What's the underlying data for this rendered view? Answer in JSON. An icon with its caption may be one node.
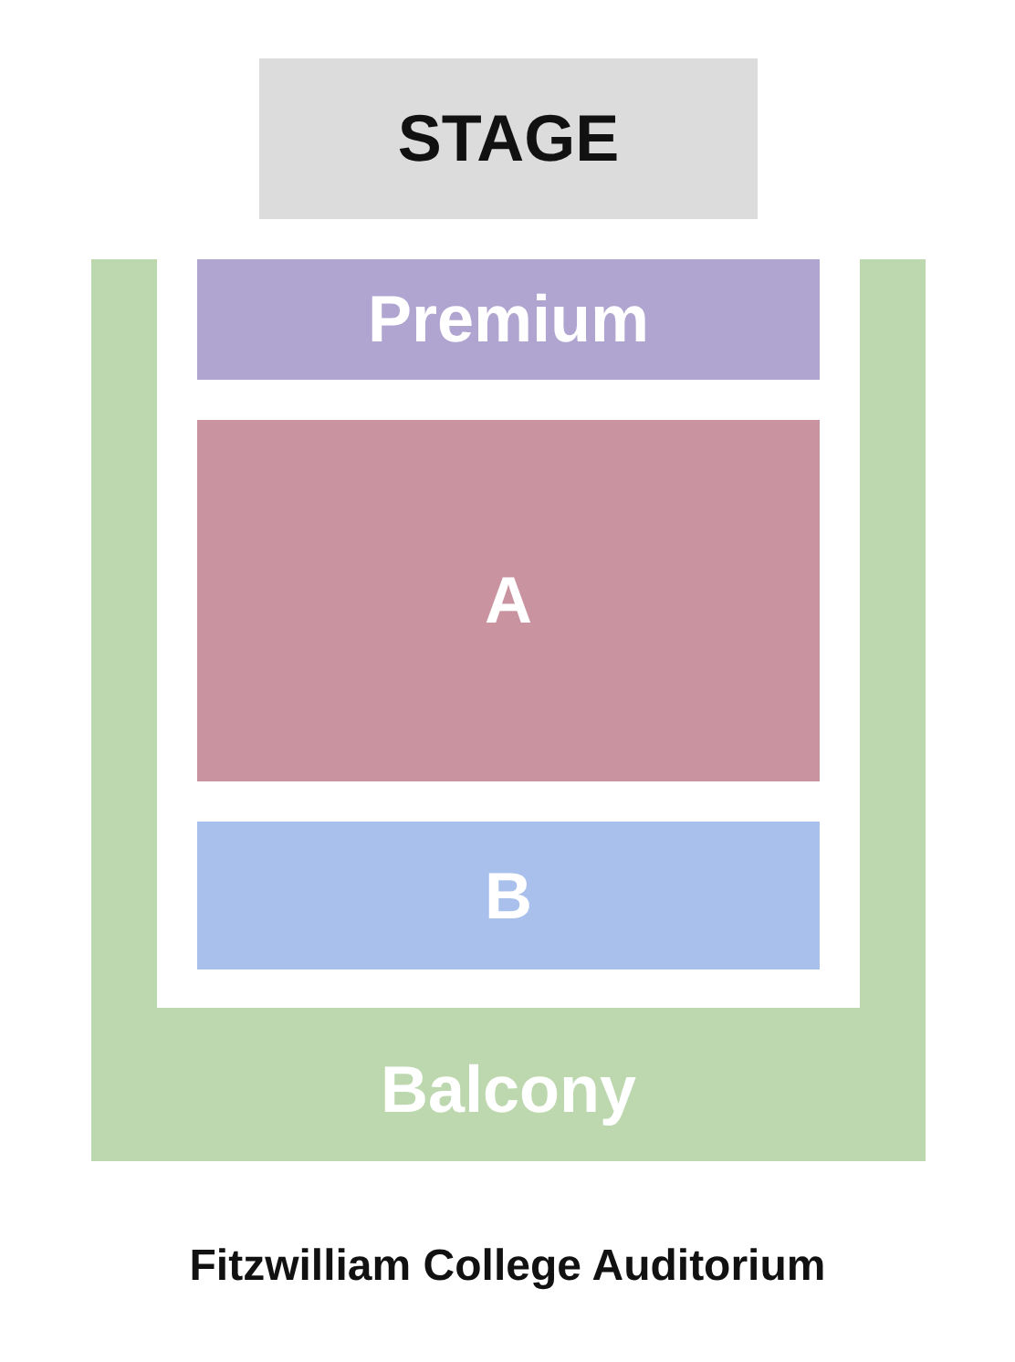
{
  "diagram": {
    "caption": "Fitzwilliam College Auditorium",
    "nodes": [
      {
        "text": [
          "STAGE"
        ]
      },
      {
        "text": [
          "Balcony"
        ]
      },
      {
        "text": [
          "Premium"
        ]
      },
      {
        "text": [
          "A"
        ]
      },
      {
        "text": [
          "B"
        ]
      }
    ],
    "edges": []
  }
}
